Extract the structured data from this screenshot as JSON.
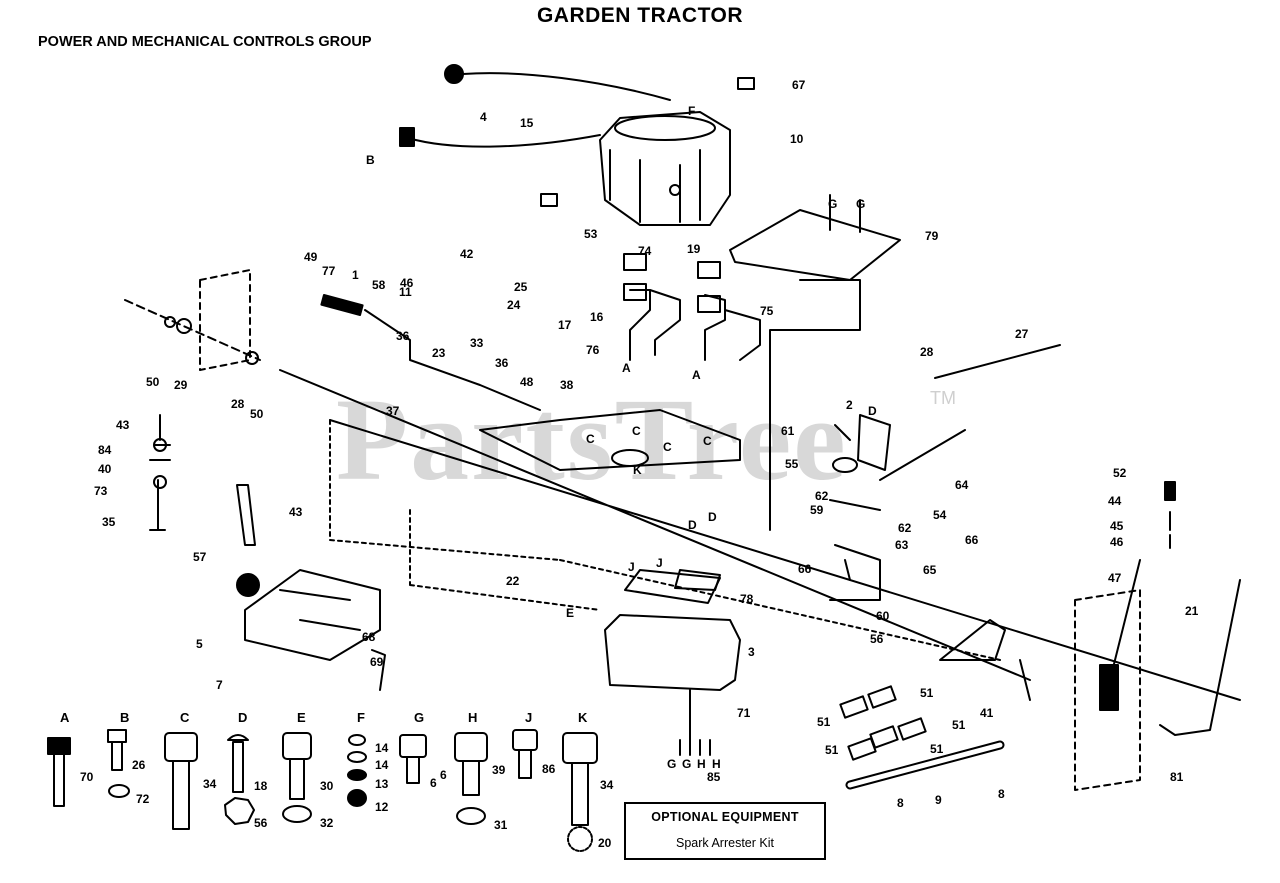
{
  "title": "GARDEN TRACTOR",
  "subtitle": "POWER AND MECHANICAL CONTROLS GROUP",
  "watermark": "PartsTree",
  "watermark_tm": "TM",
  "optional_equipment": {
    "number": "85",
    "title": "OPTIONAL EQUIPMENT",
    "item": "Spark Arrester Kit"
  },
  "hardware_columns": [
    {
      "letter": "A",
      "parts": [
        "70"
      ]
    },
    {
      "letter": "B",
      "parts": [
        "26",
        "72"
      ]
    },
    {
      "letter": "C",
      "parts": [
        "34"
      ]
    },
    {
      "letter": "D",
      "parts": [
        "18",
        "56"
      ]
    },
    {
      "letter": "E",
      "parts": [
        "30",
        "32"
      ]
    },
    {
      "letter": "F",
      "parts": [
        "14",
        "14",
        "13",
        "12"
      ]
    },
    {
      "letter": "G",
      "parts": [
        "6"
      ]
    },
    {
      "letter": "H",
      "parts": [
        "6",
        "31"
      ]
    },
    {
      "letter": "J",
      "parts": [
        "39"
      ]
    },
    {
      "letter": "K",
      "parts": [
        "86",
        "34",
        "20"
      ]
    }
  ],
  "callouts": [
    "1",
    "2",
    "3",
    "4",
    "5",
    "7",
    "8",
    "8",
    "9",
    "10",
    "11",
    "15",
    "16",
    "17",
    "19",
    "21",
    "22",
    "23",
    "24",
    "25",
    "27",
    "28",
    "28",
    "29",
    "33",
    "35",
    "36",
    "36",
    "37",
    "38",
    "40",
    "41",
    "42",
    "43",
    "43",
    "44",
    "45",
    "46",
    "46",
    "47",
    "48",
    "49",
    "50",
    "50",
    "51",
    "51",
    "51",
    "51",
    "51",
    "52",
    "53",
    "54",
    "55",
    "56",
    "57",
    "58",
    "59",
    "60",
    "61",
    "62",
    "62",
    "63",
    "64",
    "65",
    "66",
    "66",
    "67",
    "68",
    "69",
    "71",
    "73",
    "74",
    "75",
    "76",
    "77",
    "78",
    "79",
    "81",
    "84"
  ],
  "reference_letters": [
    "A",
    "A",
    "B",
    "C",
    "C",
    "C",
    "C",
    "D",
    "D",
    "D",
    "E",
    "F",
    "G",
    "G",
    "G",
    "G",
    "H",
    "H",
    "J",
    "J",
    "K"
  ]
}
